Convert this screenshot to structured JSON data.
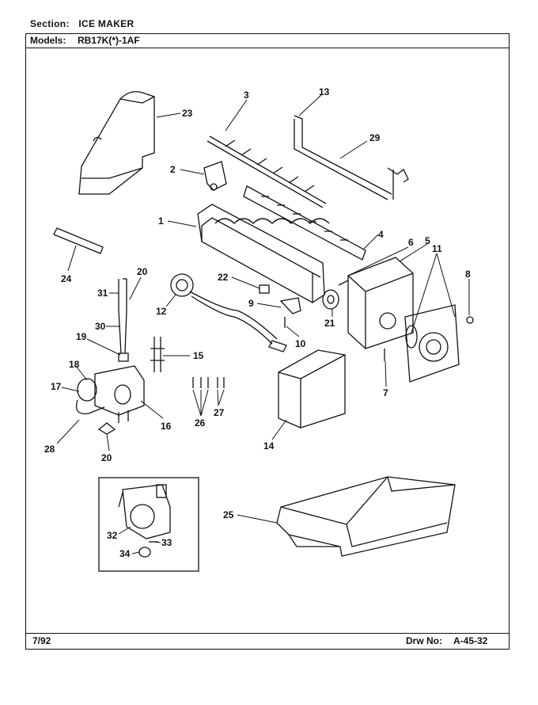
{
  "section": {
    "label": "Section:",
    "value": "ICE MAKER"
  },
  "models": {
    "label": "Models:",
    "value": "RB17K(*)-1AF"
  },
  "footer": {
    "date": "7/92",
    "drawing_label": "Drw No:",
    "drawing_number": "A-45-32"
  },
  "callouts": [
    "1",
    "2",
    "3",
    "4",
    "5",
    "6",
    "7",
    "8",
    "9",
    "10",
    "11",
    "12",
    "13",
    "14",
    "15",
    "16",
    "17",
    "18",
    "19",
    "20",
    "20",
    "21",
    "22",
    "23",
    "24",
    "25",
    "26",
    "27",
    "28",
    "29",
    "30",
    "31",
    "32",
    "33",
    "34"
  ]
}
